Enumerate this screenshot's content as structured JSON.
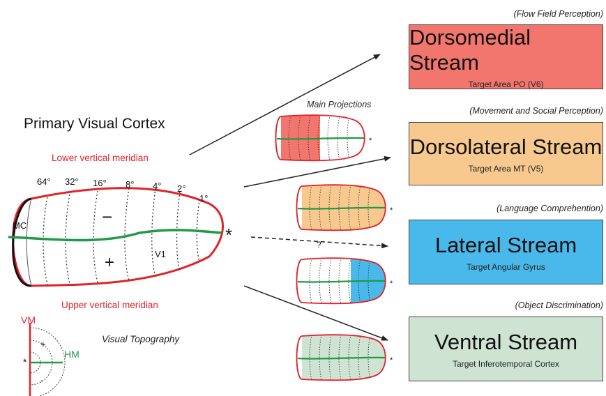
{
  "title": "Primary Visual Cortex",
  "lower_meridian": "Lower vertical meridian",
  "upper_meridian": "Upper vertical meridian",
  "main_projections": "Main Projections",
  "visual_topography": "Visual Topography",
  "eccentricity_labels": [
    "64°",
    "32°",
    "16°",
    "8°",
    "4°",
    "2°",
    "1°"
  ],
  "cortex_labels": {
    "mc": "MC",
    "minus": "−",
    "plus": "+",
    "v1": "V1",
    "foveal": "*"
  },
  "topography_labels": {
    "vm": "VM",
    "hm": "HM",
    "plus": "+",
    "minus": "-",
    "star": "*"
  },
  "question_mark": "?",
  "colors": {
    "red": "#e2222a",
    "green": "#1f9a46",
    "dorsomedial": "#f2766e",
    "dorsolateral": "#f8c98f",
    "lateral": "#49b8ea",
    "ventral": "#cfe3d3"
  },
  "streams": [
    {
      "perception": "(Flow Field Perception)",
      "title": "Dorsomedial Stream",
      "target": "Target Area PO (V6)",
      "color": "#f2766e"
    },
    {
      "perception": "(Movement and Social Perception)",
      "title": "Dorsolateral Stream",
      "target": "Target Area MT (V5)",
      "color": "#f8c98f"
    },
    {
      "perception": "(Language Comprehention)",
      "title": "Lateral Stream",
      "target": "Target Angular Gyrus",
      "color": "#49b8ea"
    },
    {
      "perception": "(Object Discrimination)",
      "title": "Ventral Stream",
      "target": "Target Inferotemporal Cortex",
      "color": "#cfe3d3"
    }
  ]
}
